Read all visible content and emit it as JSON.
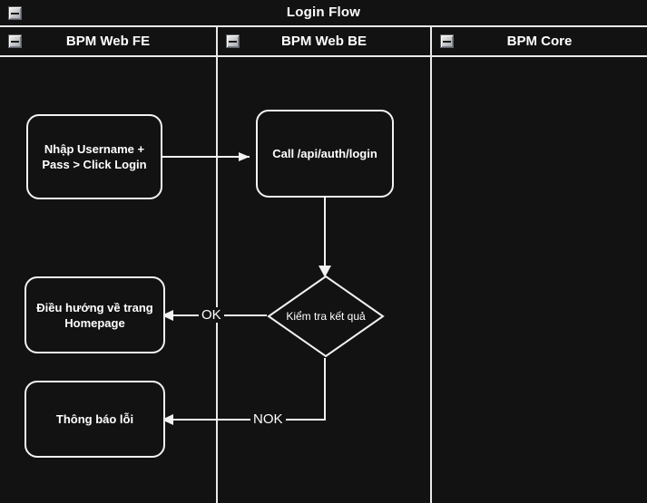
{
  "pool": {
    "title": "Login Flow",
    "collapse_icon": "minus-box-icon",
    "background_color": "#121212",
    "line_color": "#f2f2f2",
    "text_color": "#ffffff"
  },
  "lanes": [
    {
      "id": "fe",
      "label": "BPM Web FE",
      "collapse_icon": "minus-box-icon"
    },
    {
      "id": "be",
      "label": "BPM Web BE",
      "collapse_icon": "minus-box-icon"
    },
    {
      "id": "core",
      "label": "BPM Core",
      "collapse_icon": "minus-box-icon"
    }
  ],
  "nodes": [
    {
      "id": "n1",
      "type": "task",
      "lane": "fe",
      "label": "Nhập Username +\nPass > Click Login"
    },
    {
      "id": "n2",
      "type": "task",
      "lane": "be",
      "label": "Call /api/auth/login"
    },
    {
      "id": "n3",
      "type": "decision",
      "lane": "be",
      "label": "Kiểm tra kết quả"
    },
    {
      "id": "n4",
      "type": "task",
      "lane": "fe",
      "label": "Điều hướng về trang\nHomepage"
    },
    {
      "id": "n5",
      "type": "task",
      "lane": "fe",
      "label": "Thông báo lỗi"
    }
  ],
  "edges": [
    {
      "id": "e1",
      "from": "n1",
      "to": "n2",
      "label": ""
    },
    {
      "id": "e2",
      "from": "n2",
      "to": "n3",
      "label": ""
    },
    {
      "id": "e3",
      "from": "n3",
      "to": "n4",
      "label": "OK"
    },
    {
      "id": "e4",
      "from": "n3",
      "to": "n5",
      "label": "NOK"
    }
  ]
}
